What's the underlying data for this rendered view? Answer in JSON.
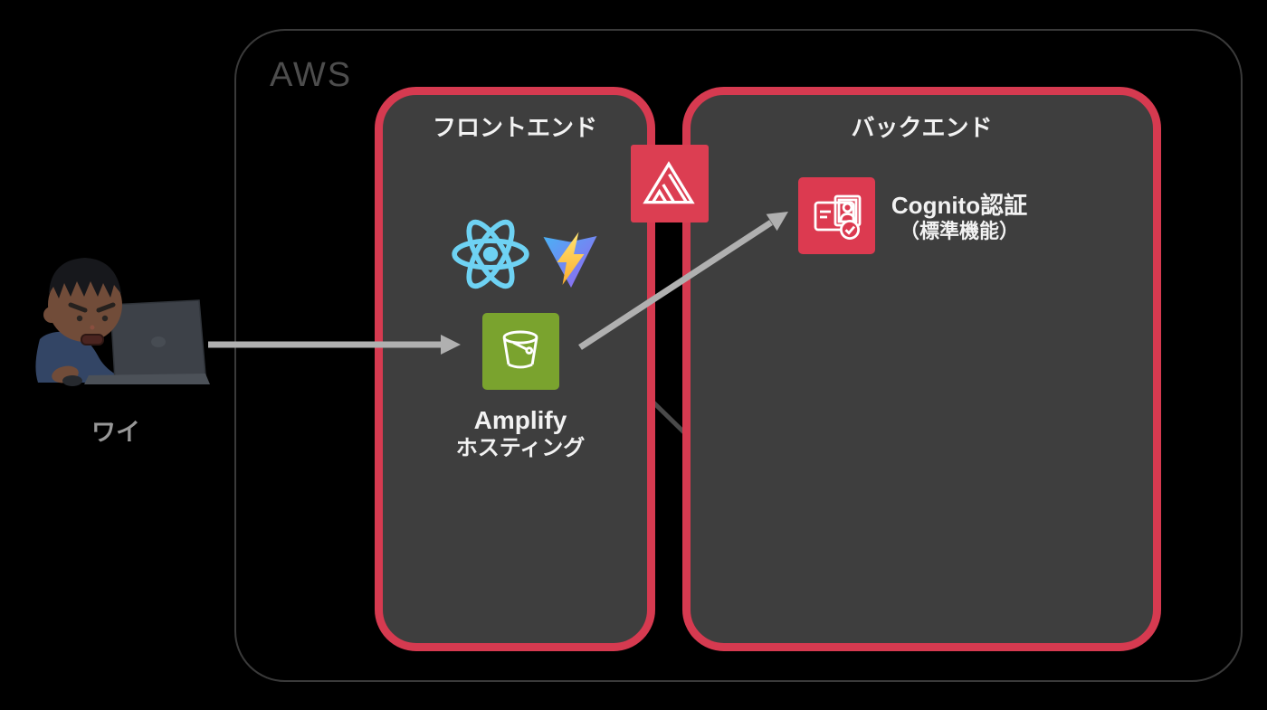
{
  "groups": {
    "aws": {
      "label": "AWS"
    },
    "frontend": {
      "label": "フロントエンド"
    },
    "backend": {
      "label": "バックエンド"
    }
  },
  "nodes": {
    "user": {
      "label": "ワイ",
      "icon": "person-at-laptop-illustration"
    },
    "react": {
      "icon": "react-logo-icon"
    },
    "vite": {
      "icon": "vite-logo-icon"
    },
    "amplify_service": {
      "icon": "amplify-logo-icon"
    },
    "amplify_hosting": {
      "label_line1": "Amplify",
      "label_line2": "ホスティング",
      "icon": "bucket-icon"
    },
    "cognito": {
      "label_line1": "Cognito認証",
      "label_line2": "（標準機能）",
      "icon": "id-card-check-icon"
    }
  },
  "connections": [
    {
      "name": "user-to-amplify-hosting",
      "style": "arrow"
    },
    {
      "name": "amplify-hosting-to-cognito",
      "style": "arrow"
    },
    {
      "name": "hidden-diagonal-line",
      "style": "plain-line"
    }
  ],
  "colors": {
    "background": "#000000",
    "group_border_red": "#d63a50",
    "group_fill": "#3e3e3e",
    "aws_border": "#3a3a3a",
    "aws_label": "#4d4d4d",
    "title_text": "#f2f2f2",
    "arrow_gray": "#b0b0b0",
    "hidden_line_gray": "#4a4a4a",
    "icon_red": "#dc3e52",
    "bucket_green": "#7aa32e",
    "react_blue": "#6ed2f3",
    "user_label_gray": "#979797"
  }
}
